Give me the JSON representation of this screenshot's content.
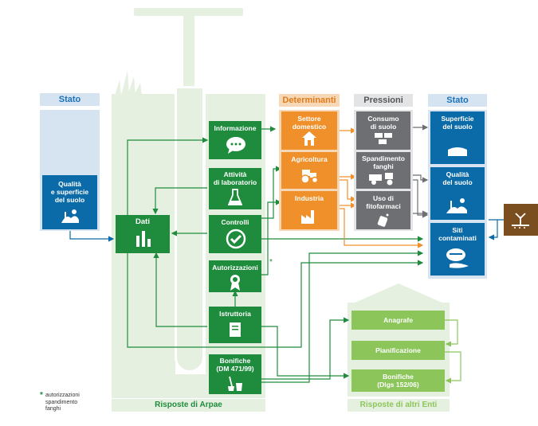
{
  "left_stato": {
    "header": "Stato",
    "box": "Qualità\ne superficie\ndel suolo"
  },
  "arpae": {
    "footer": "Risposte di Arpae",
    "dati": "Dati",
    "informazione": "Informazione",
    "laboratorio": "Attività\ndi laboratorio",
    "controlli": "Controlli",
    "autorizzazioni": "Autorizzazioni",
    "istruttoria": "Istruttoria",
    "bonifiche": "Bonifiche\n(DM 471/99)"
  },
  "determinanti": {
    "header": "Determinanti",
    "items": [
      "Settore\ndomestico",
      "Agricoltura",
      "Industria"
    ]
  },
  "pressioni": {
    "header": "Pressioni",
    "items": [
      "Consumo\ndi suolo",
      "Spandimento\nfanghi",
      "Uso di\nfitofarmaci"
    ]
  },
  "right_stato": {
    "header": "Stato",
    "items": [
      "Superficie\ndel suolo",
      "Qualità\ndel suolo",
      "Siti\ncontaminati"
    ]
  },
  "altri_enti": {
    "footer": "Risposte di altri Enti",
    "items": [
      "Anagrafe",
      "Pianificazione",
      "Bonifiche\n(Dlgs 152/06)"
    ]
  },
  "asterisk": "*",
  "legend": {
    "star": "*",
    "text": "autorizzazioni\nspandimento\nfanghi"
  },
  "colors": {
    "green": "#1e8c3c",
    "orange": "#f0902a",
    "grey": "#6d6f73",
    "blue": "#0b6aa8",
    "light_green": "#8cc65a"
  }
}
